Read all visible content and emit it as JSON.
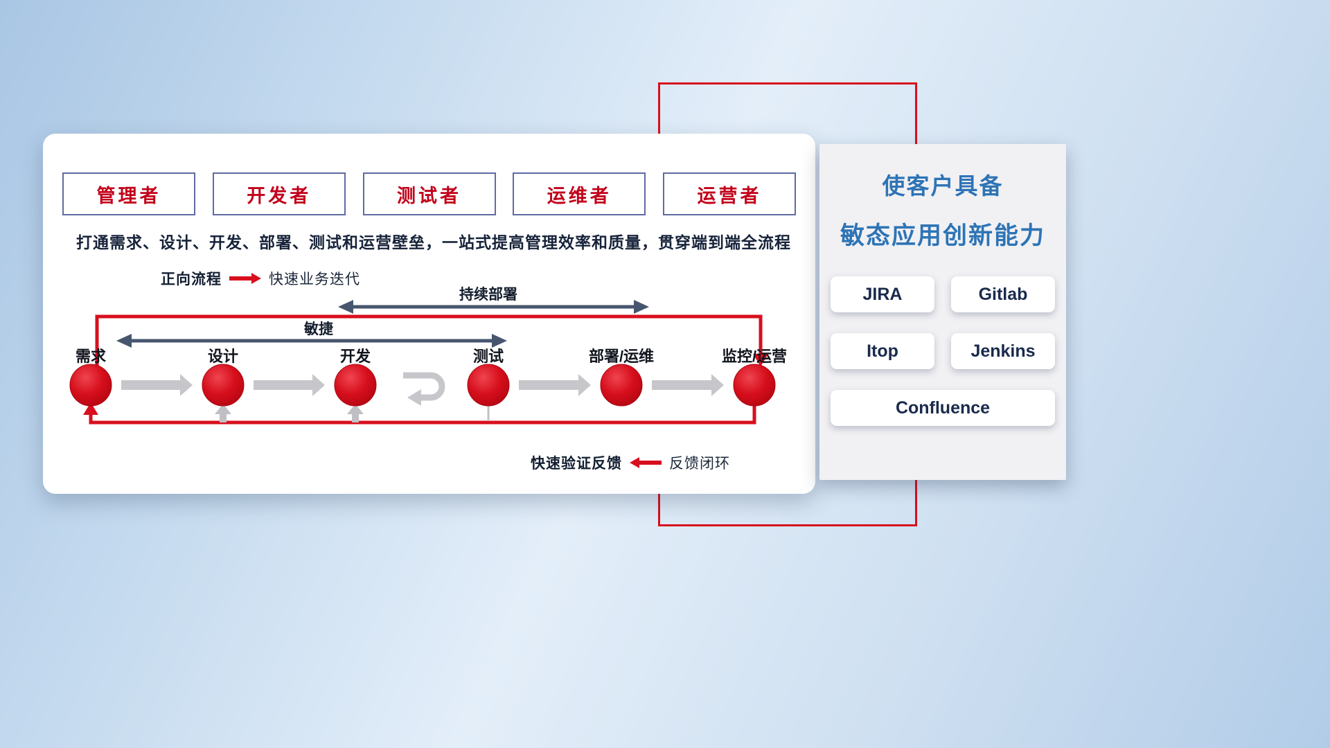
{
  "colors": {
    "accent_red": "#d80f1e",
    "slate_arrow": "#46566e",
    "gray_arrow": "#c7c7cb",
    "title_blue": "#2e74b5",
    "role_text_red": "#c2001a",
    "navy_text": "#1a2a4c"
  },
  "roles": [
    "管理者",
    "开发者",
    "测试者",
    "运维者",
    "运营者"
  ],
  "description": "打通需求、设计、开发、部署、测试和运营壁垒，一站式提高管理效率和质量，贯穿端到端全流程",
  "forward_legend": {
    "label": "正向流程",
    "value": "快速业务迭代"
  },
  "feedback_legend": {
    "label": "快速验证反馈",
    "value": "反馈闭环"
  },
  "spans": {
    "agile": "敏捷",
    "continuous_deployment": "持续部署"
  },
  "stages": [
    "需求",
    "设计",
    "开发",
    "测试",
    "部署/运维",
    "监控/运营"
  ],
  "right_panel": {
    "title_line1": "使客户具备",
    "title_line2": "敏态应用创新能力",
    "tools": [
      "JIRA",
      "Gitlab",
      "Itop",
      "Jenkins",
      "Confluence"
    ]
  }
}
